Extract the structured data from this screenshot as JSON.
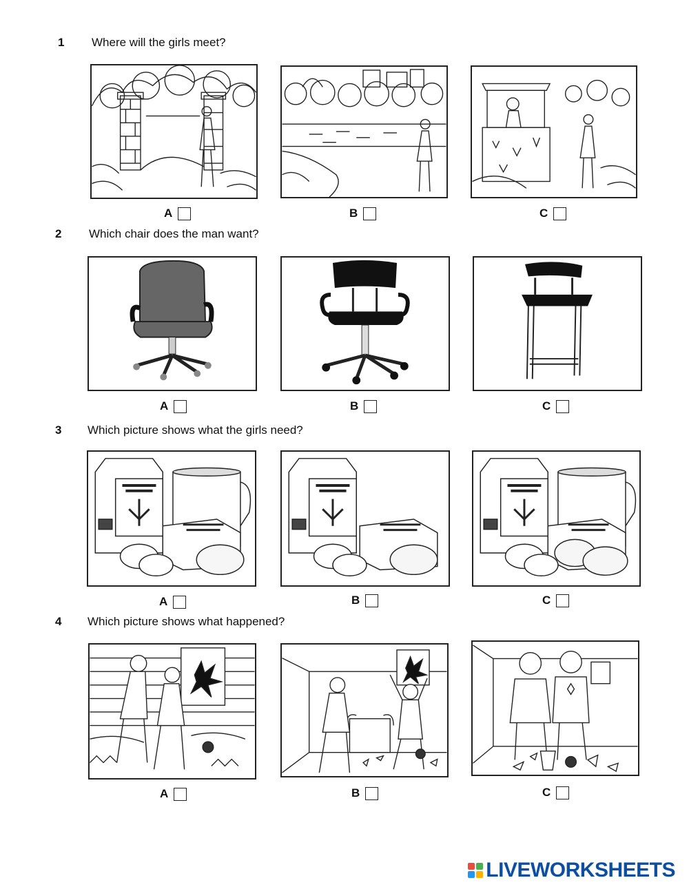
{
  "questions": [
    {
      "number": "1",
      "text": "Where will the girls meet?",
      "options": [
        "A",
        "B",
        "C"
      ]
    },
    {
      "number": "2",
      "text": "Which chair does the man want?",
      "options": [
        "A",
        "B",
        "C"
      ]
    },
    {
      "number": "3",
      "text": "Which picture shows what the girls need?",
      "options": [
        "A",
        "B",
        "C"
      ]
    },
    {
      "number": "4",
      "text": "Which picture shows what happened?",
      "options": [
        "A",
        "B",
        "C"
      ]
    }
  ],
  "brand": {
    "text": "LIVEWORKSHEETS",
    "logo_colors": [
      "#e94e3c",
      "#4caf50",
      "#2196f3",
      "#ffb300"
    ]
  }
}
